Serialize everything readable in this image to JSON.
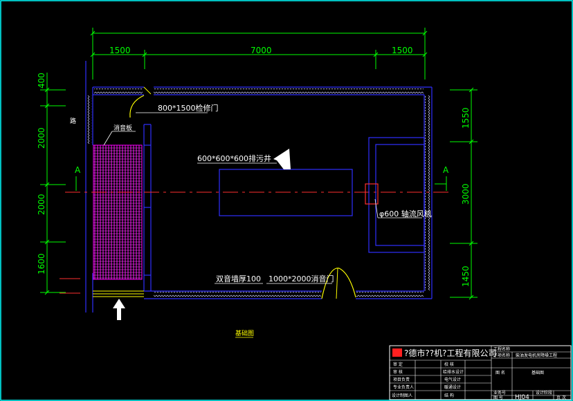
{
  "dimensions": {
    "top": [
      "1500",
      "7000",
      "1500"
    ],
    "left": [
      "400",
      "2000",
      "2000",
      "1600"
    ],
    "right": [
      "1550",
      "3000",
      "1450"
    ]
  },
  "labels": {
    "inspection_door": "800*1500检修门",
    "silencer": "消音板",
    "exhaust_well": "600*600*600排污井",
    "fan": "φ600 轴流风机",
    "sound_wall": "双音墙厚100",
    "entry_door": "1000*2000消音门",
    "road": "路",
    "section_left": "A",
    "section_right": "A",
    "plan_title": "基础图"
  },
  "title_block": {
    "company": "?德市??机?工程有限公司",
    "project_name_label": "工程名称",
    "project_name": "柴油发电机房降噪工程",
    "sub_label": "子项名称",
    "rows_left": [
      "审 定",
      "审 核",
      "项目负责",
      "专业负责人",
      "设计制图人"
    ],
    "rows_mid": [
      "校 核",
      "给排水设计",
      "电气设计",
      "暖通设计",
      "结 构"
    ],
    "drawing_label": "图 名",
    "drawing_name": "基础图",
    "number_label": "图 号",
    "number": "HJ04",
    "stage_label": "设计阶段",
    "page_label": "页 次",
    "sub_num_label": "业务号"
  },
  "colors": {
    "background": "#000000",
    "dimension": "#00ff00",
    "wall": "#0000ff",
    "text": "#ffffff",
    "silencer": "#ff00ff",
    "center_line": "#ff0000",
    "door": "#ffff00",
    "frame": "#00ffff"
  }
}
